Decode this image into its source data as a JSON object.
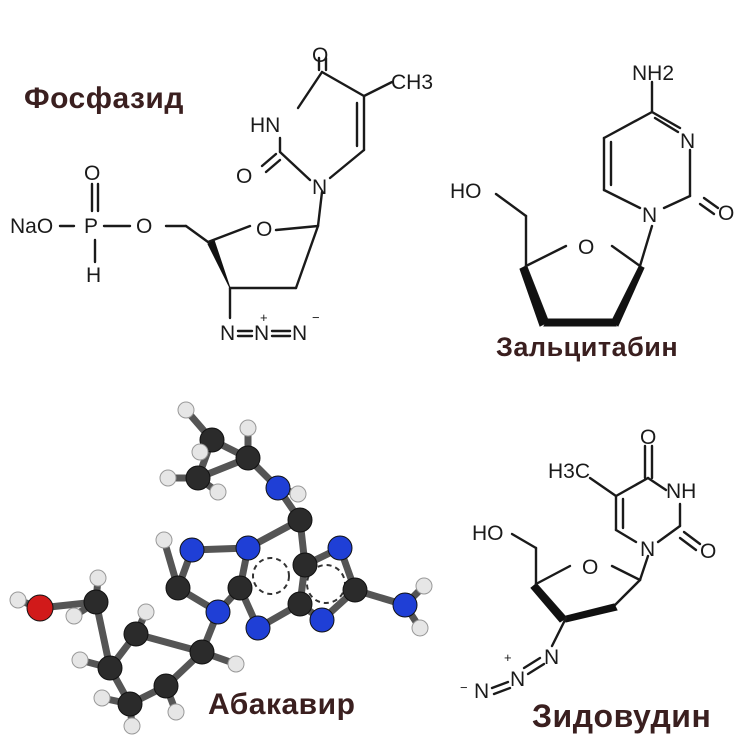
{
  "captions": {
    "phosphazide": "Фосфазид",
    "zalcitabine": "Зальцитабин",
    "abacavir": "Абакавир",
    "zidovudine": "Зидовудин"
  },
  "atoms": {
    "o": "O",
    "hn": "HN",
    "n": "N",
    "ch3": "CH3",
    "h3c": "H3C",
    "nao": "NaO",
    "p": "P",
    "h": "H",
    "ho": "HO",
    "nh2": "NH2",
    "nh": "NH",
    "plus": "+",
    "minus": "−"
  },
  "colors": {
    "caption": "#3a1f1f",
    "bond": "#1a1a1a",
    "carbon": "#2b2b2b",
    "nitrogen": "#1f3fd6",
    "oxygen": "#d11a1a",
    "hydrogen": "#e6e6e6"
  }
}
